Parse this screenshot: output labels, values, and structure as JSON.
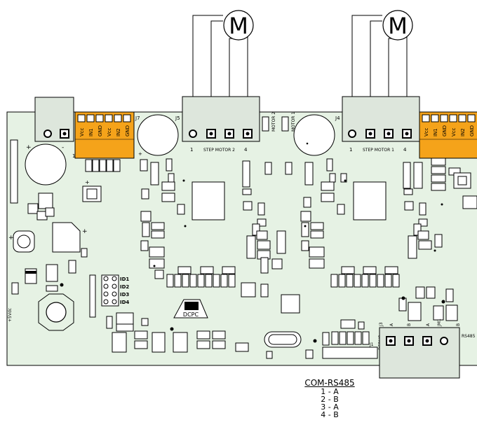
{
  "motors": {
    "motor_symbol": "M",
    "left": {
      "connector_id": "J5",
      "pin_first": "1",
      "caption": "STEP MOTOR 2",
      "pin_last": "4"
    },
    "right": {
      "connector_id": "J4",
      "pin_first": "1",
      "caption": "STEP MOTOR 1",
      "pin_last": "4"
    }
  },
  "terminal_blocks": {
    "j7": {
      "connector_id": "J7",
      "pins": [
        "Vcc",
        "IN1",
        "GND",
        "Vcc",
        "IN2",
        "GND"
      ]
    },
    "right": {
      "pins": [
        "Vcc",
        "IN1",
        "GND",
        "Vcc",
        "IN2",
        "GND"
      ]
    }
  },
  "jumper_labels": {
    "motor2": "MOTOR 2",
    "motor1": "MOTOR 1"
  },
  "id_labels": [
    "ID1",
    "ID2",
    "ID3",
    "ID4"
  ],
  "power_label": "+5Vdc",
  "board_labels": {
    "pin1_left": "1",
    "plus_cap_left": "+",
    "minus_power": "-",
    "plus_small": "+",
    "plus_inductor": "+",
    "plus_mid": "+",
    "plus_right_cap": "+"
  },
  "logo_text": "DCPC",
  "rs485_area": {
    "debug_label": "DEBUG",
    "j1_label": "J1",
    "j3_label": "J3",
    "jm1_label": "JM1",
    "a1": "A",
    "b1": "B",
    "a2": "A",
    "b2": "B",
    "rs485_label": "RS485"
  },
  "com_legend": {
    "title": "COM-RS485",
    "lines": [
      "1 - A",
      "2 - B",
      "3 - A",
      "4 - B"
    ]
  },
  "colors": {
    "board": "#e6f2e4",
    "terminal_orange": "#f5a31a",
    "connector_gray": "#dde6dc",
    "outline": "#000000"
  }
}
